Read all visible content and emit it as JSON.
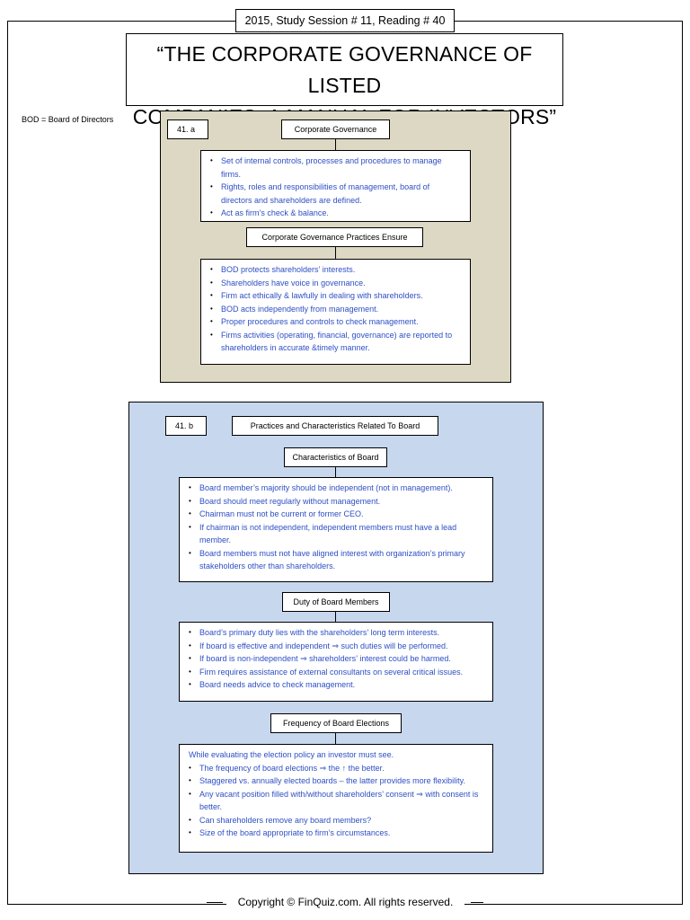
{
  "header": {
    "session": "2015, Study Session # 11, Reading # 40",
    "title_line1": "“THE CORPORATE GOVERNANCE OF LISTED",
    "title_line2": "COMPANIES: A MANUAL FOR INVESTORS”"
  },
  "bod_note": "BOD = Board of Directors",
  "section_a": {
    "tag": "41. a",
    "heading": "Corporate Governance",
    "definition": [
      "Set of internal controls, processes and procedures to manage firms.",
      "Rights, roles and responsibilities of management, board of directors and shareholders are defined.",
      "Act as firm’s check & balance."
    ],
    "practices_heading": "Corporate Governance Practices Ensure",
    "practices": [
      "BOD protects shareholders’ interests.",
      "Shareholders have voice in governance.",
      "Firm act ethically & lawfully in dealing with shareholders.",
      "BOD acts independently from management.",
      "Proper procedures and controls to check management.",
      "Firms activities (operating, financial, governance) are reported to shareholders in accurate &timely manner."
    ]
  },
  "section_b": {
    "tag": "41. b",
    "heading": "Practices and Characteristics Related To Board",
    "characteristics_heading": "Characteristics of Board",
    "characteristics": [
      "Board member’s majority should be independent (not in management).",
      "Board should meet regularly without management.",
      "Chairman must not be current or former CEO.",
      "If chairman is not independent, independent members must have a lead member.",
      "Board members must not have aligned interest with organization’s primary stakeholders other than shareholders."
    ],
    "duty_heading": "Duty of Board Members",
    "duty": [
      "Board’s primary duty lies with the shareholders’ long term interests.",
      "If board is effective and independent ⇒ such duties will be performed.",
      "If board is non-independent ⇒ shareholders’ interest could be harmed.",
      "Firm requires assistance of external consultants on several critical issues.",
      "Board needs advice to check management."
    ],
    "elections_heading": "Frequency of Board Elections",
    "elections_intro": "While evaluating the election policy an investor must see.",
    "elections": [
      "The frequency of board elections ⇒ the ↑ the better.",
      "Staggered vs. annually elected boards – the latter provides more flexibility.",
      "Any vacant position filled with/without shareholders’ consent ⇒ with consent is better.",
      "Can shareholders remove any board members?",
      "Size of the board appropriate to firm’s circumstances."
    ]
  },
  "footer": {
    "copyright": "Copyright © FinQuiz.com. All rights reserved."
  }
}
